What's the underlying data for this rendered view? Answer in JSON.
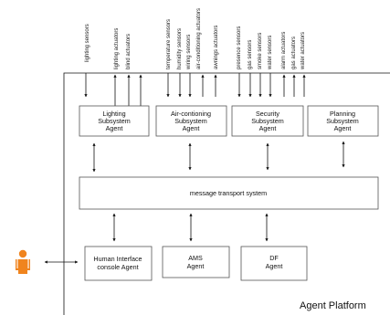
{
  "platform_label": "Agent Platform",
  "sensors": {
    "lighting": [
      "lighting sensors",
      "lighting actuators",
      "blind actuators"
    ],
    "aircon": [
      "temperature sensors",
      "humidity sensors",
      "wiring sensors",
      "air-conditioning actuators",
      "awnings actuators"
    ],
    "security": [
      "presence sensors",
      "gas sensors",
      "smoke sensors",
      "water sensors",
      "alarm actuators",
      "gas actuators",
      "water actuators"
    ]
  },
  "agents": {
    "lighting": [
      "Lighting",
      "Subsystem",
      "Agent"
    ],
    "aircon": [
      "Air-contioning",
      "Subsystem",
      "Agent"
    ],
    "security": [
      "Security",
      "Subsystem",
      "Agent"
    ],
    "planning": [
      "Planning",
      "Subsystem",
      "Agent"
    ],
    "hic": [
      "Human Interface",
      "console Agent"
    ],
    "ams": [
      "AMS",
      "Agent"
    ],
    "df": [
      "DF",
      "Agent"
    ]
  },
  "message_transport": "message transport system",
  "icons": {
    "user": "person-icon"
  },
  "colors": {
    "user": "#f0841e",
    "line": "#111111",
    "border": "#555555"
  }
}
